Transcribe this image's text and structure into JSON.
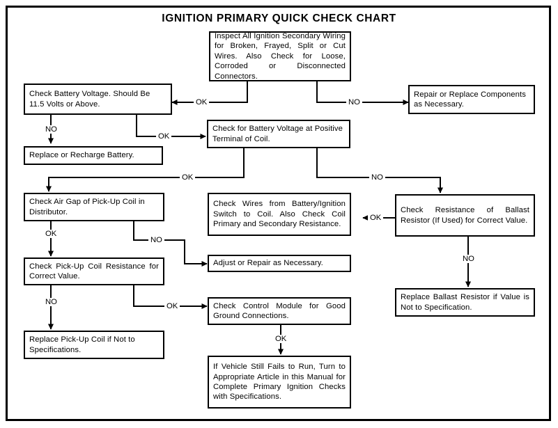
{
  "chart_title": "IGNITION PRIMARY QUICK CHECK CHART",
  "colors": {
    "ink": "#000000",
    "paper": "#ffffff"
  },
  "nodes": {
    "inspect_secondary": "Inspect All Ignition Secondary Wiring for Broken, Frayed, Split or Cut Wires. Also Check for Loose, Corroded or Disconnected Connectors.",
    "check_battery_voltage": "Check Battery Voltage. Should Be 11.5 Volts or Above.",
    "repair_replace_components": "Repair or Replace Components as Necessary.",
    "replace_recharge_battery": "Replace or Recharge Battery.",
    "check_voltage_coil": "Check for Battery Voltage at Positive Terminal of Coil.",
    "check_air_gap": "Check Air Gap of Pick-Up Coil in Distributor.",
    "check_wires_battery": "Check Wires from Battery/Ignition Switch to Coil. Also Check Coil Primary and Secondary Resistance.",
    "check_ballast_resistor": "Check Resistance of Ballast Resistor (If Used) for Correct Value.",
    "check_pickup_resistance": "Check Pick-Up Coil Resistance for Correct Value.",
    "adjust_repair": "Adjust or Repair as Necessary.",
    "replace_ballast_resistor": "Replace Ballast Resistor if Value is Not to Specification.",
    "replace_pickup_coil": "Replace Pick-Up Coil if Not to Specifications.",
    "check_control_module": "Check Control Module for Good Ground Connections.",
    "vehicle_still_fails": "If Vehicle Still Fails to Run, Turn to Appropriate Article in this Manual for Complete Primary Ignition Checks with Specifications."
  },
  "edge_labels": {
    "inspect_to_battery": "OK",
    "inspect_to_repair": "NO",
    "battery_to_replace": "NO",
    "battery_to_coil": "OK",
    "coil_to_airgap": "OK",
    "coil_to_ballast": "NO",
    "airgap_to_adjust": "NO",
    "airgap_to_pickup_res": "OK",
    "ballast_to_checkwires": "OK",
    "ballast_to_replace": "NO",
    "pickup_res_to_replace": "NO",
    "pickup_res_to_module": "OK",
    "module_to_fails": "OK"
  }
}
